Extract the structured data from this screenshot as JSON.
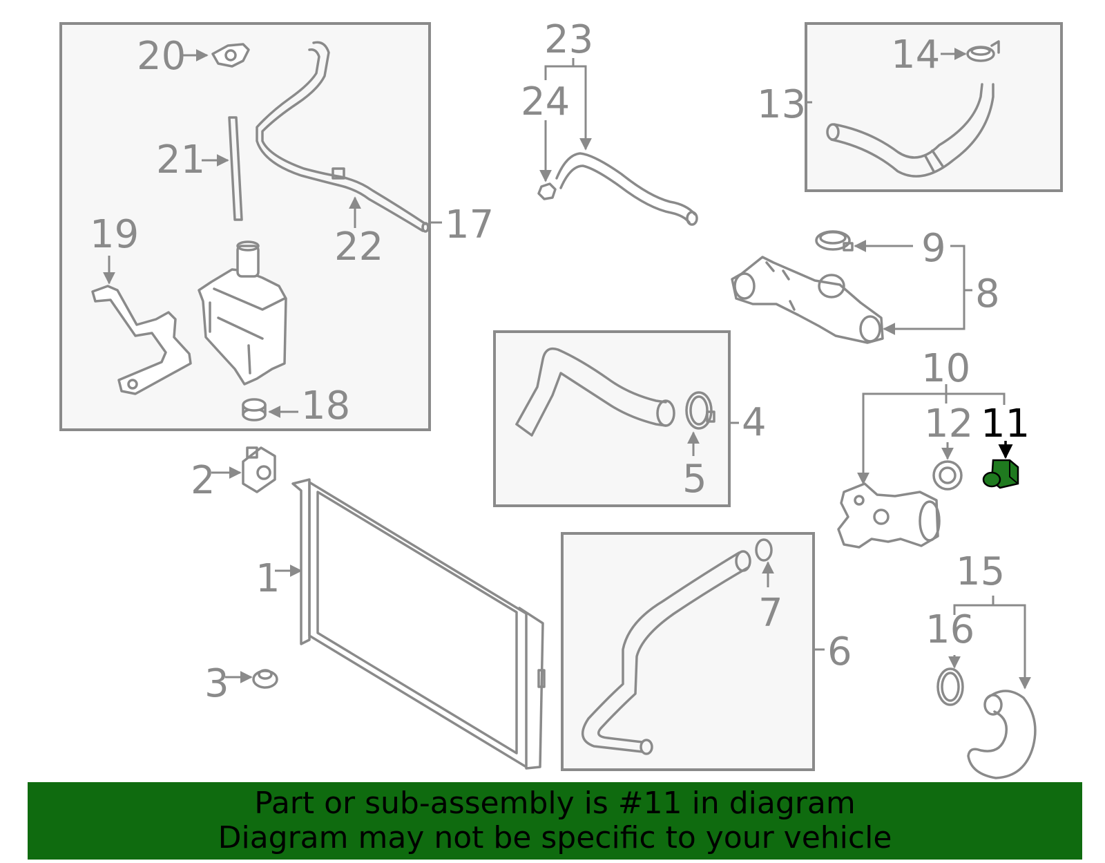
{
  "diagram": {
    "callouts": [
      "1",
      "2",
      "3",
      "4",
      "5",
      "6",
      "7",
      "8",
      "9",
      "10",
      "11",
      "12",
      "13",
      "14",
      "15",
      "16",
      "17",
      "18",
      "19",
      "20",
      "21",
      "22",
      "23",
      "24"
    ],
    "highlighted_part": "11",
    "highlight_color": "#1f7a1f",
    "line_color": "#8a8a8a",
    "box_fill": "#f7f7f7"
  },
  "banner": {
    "line1": "Part or sub-assembly is #11 in diagram",
    "line2": "Diagram may not be specific to your vehicle",
    "background": "#0f6b0f"
  }
}
